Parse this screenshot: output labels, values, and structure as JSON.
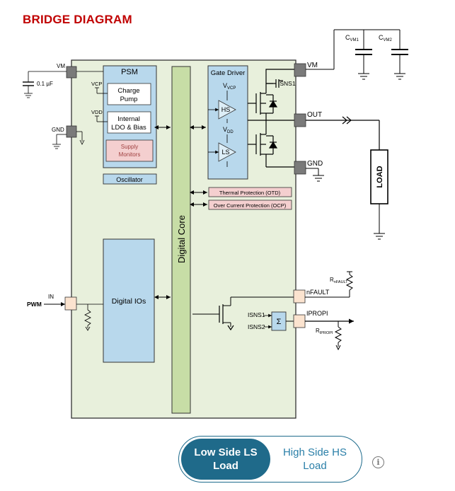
{
  "page_title": "BRIDGE DIAGRAM",
  "diagram": {
    "psm": "PSM",
    "vcp_pin": "VCP",
    "vdd_pin": "VDD",
    "charge_pump_1": "Charge",
    "charge_pump_2": "Pump",
    "internal_ldo_1": "Internal",
    "internal_ldo_2": "LDO & Bias",
    "supply_monitors_1": "Supply",
    "supply_monitors_2": "Monitors",
    "oscillator": "Oscillator",
    "digital_core": "Digital Core",
    "digital_ios": "Digital IOs",
    "gate_driver": "Gate Driver",
    "vvcp_base": "V",
    "vvcp_sub": "VCP",
    "vdd_base": "V",
    "vdd_sub": "DD",
    "hs": "HS",
    "ls": "LS",
    "thermal_protection": "Thermal Protection (OTD)",
    "over_current_protection": "Over Current Protection (OCP)",
    "isns1_fet": "ISNS1",
    "isns1_sum": "ISNS1",
    "isns2_sum": "ISNS2",
    "sigma": "Σ",
    "pin_vm_left": "VM",
    "pin_gnd_left": "GND",
    "cap_value": "0.1 µF",
    "pin_in": "IN",
    "pwm": "PWM",
    "pin_vm_right": "VM",
    "pin_out": "OUT",
    "pin_gnd_right": "GND",
    "pin_nfault": "nFAULT",
    "pin_ipropi": "IPROPI",
    "cvm1_base": "C",
    "cvm1_sub": "VM1",
    "cvm2_base": "C",
    "cvm2_sub": "VM2",
    "rfault_base": "R",
    "rfault_sub": "nFAULT",
    "ripropi_base": "R",
    "ripropi_sub": "IPROPI",
    "load": "LOAD"
  },
  "colors": {
    "title": "#c00000",
    "chip_bg": "#e8f0dc",
    "blue_block": "#b8d8ec",
    "green_bar": "#c7dda6",
    "pink_block": "#f4cfcf",
    "pin_grey": "#7a7a7a",
    "pin_peach": "#fbe3cf",
    "toggle_active": "#1f6a8a"
  },
  "toggle": {
    "option_low": "Low Side LS\nLoad",
    "option_high": "High Side HS\nLoad",
    "selected": "Low Side LS Load"
  },
  "info_icon": "i"
}
